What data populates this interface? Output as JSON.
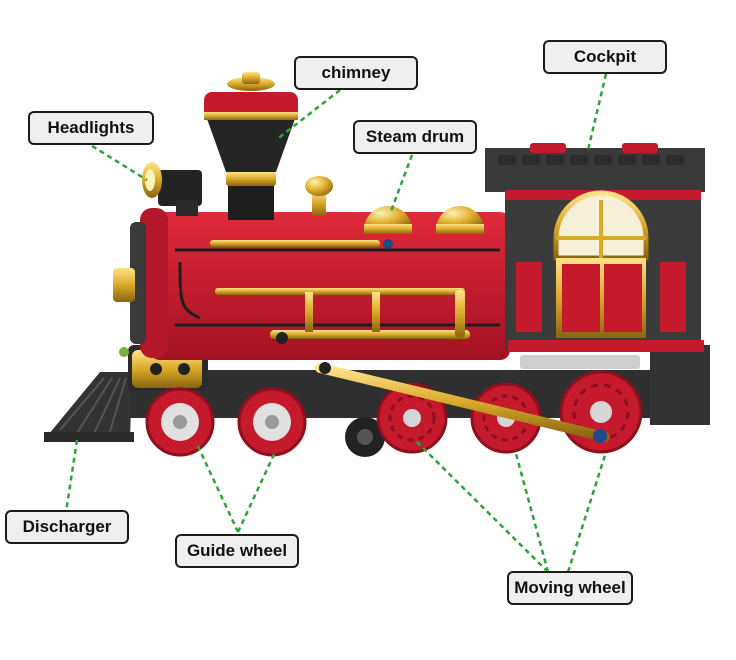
{
  "labels": {
    "headlights": "Headlights",
    "chimney": "chimney",
    "steam_drum": "Steam drum",
    "cockpit": "Cockpit",
    "discharger": "Discharger",
    "guide_wheel": "Guide wheel",
    "moving_wheel": "Moving wheel"
  },
  "colors": {
    "body_red": "#c41a2c",
    "dark_red": "#8e0f1d",
    "black": "#2b2b2b",
    "dark_gray": "#3b3b3b",
    "gold": "#d9a928",
    "leader_line": "#2fa33a",
    "label_bg": "#efefef",
    "label_border": "#1c1c1c"
  }
}
